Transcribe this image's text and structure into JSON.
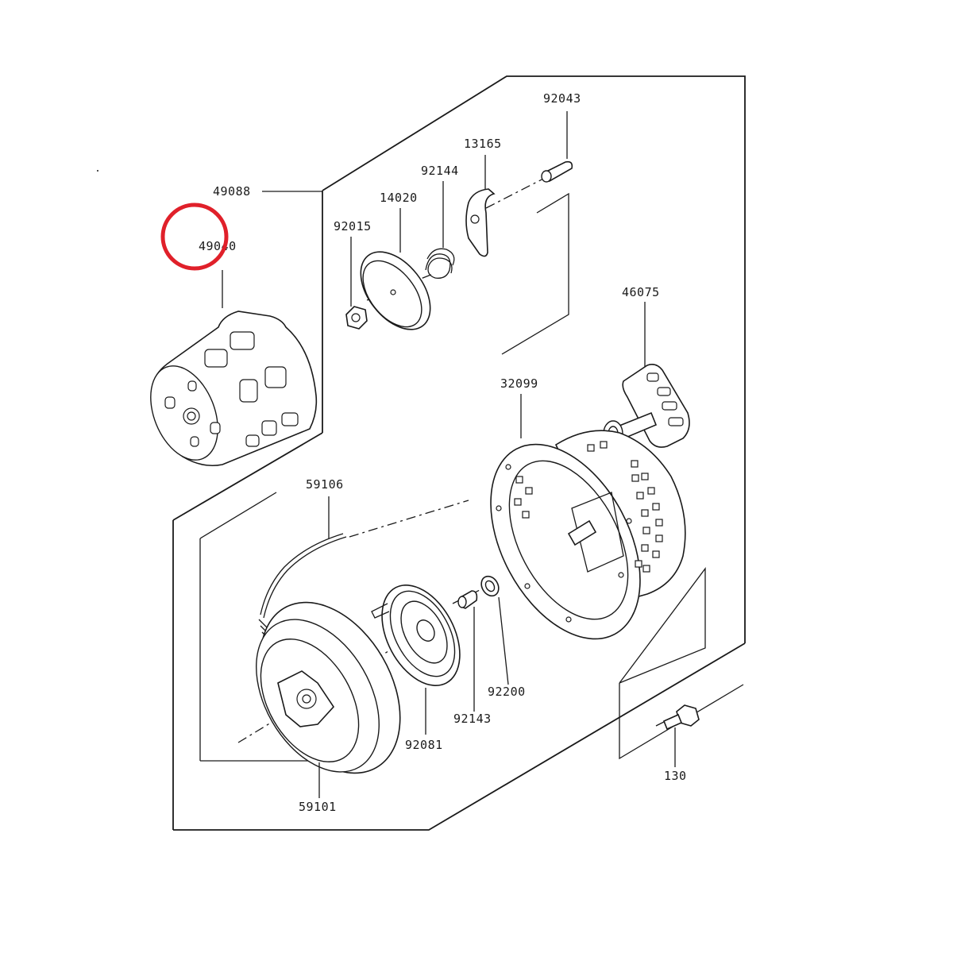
{
  "highlight": {
    "color": "#e0202a"
  },
  "ink_color": "#1a1a1a",
  "parts": {
    "p49088": "49088",
    "p49040": "49040",
    "p92043": "92043",
    "p13165": "13165",
    "p92144": "92144",
    "p14020": "14020",
    "p92015": "92015",
    "p46075": "46075",
    "p32099": "32099",
    "p59106": "59106",
    "p92200": "92200",
    "p92143": "92143",
    "p92081": "92081",
    "p59101": "59101",
    "p130": "130"
  }
}
